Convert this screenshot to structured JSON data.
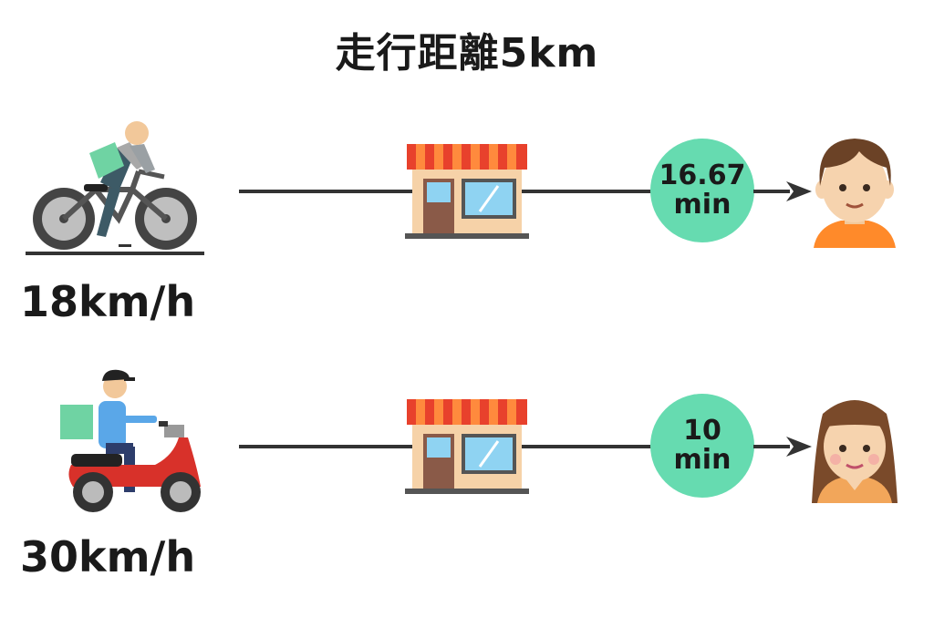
{
  "title": "走行距離5km",
  "rows": [
    {
      "vehicle_icon": "bicycle-courier-icon",
      "speed": "18km/h",
      "time_value": "16.67",
      "time_unit": "min",
      "person_icon": "boy-avatar-icon"
    },
    {
      "vehicle_icon": "scooter-courier-icon",
      "speed": "30km/h",
      "time_value": "10",
      "time_unit": "min",
      "person_icon": "girl-avatar-icon"
    }
  ],
  "shop_icon": "storefront-icon",
  "colors": {
    "circle": "#66dbb0",
    "line": "#333333",
    "awning_red": "#e8412c",
    "awning_orange": "#ff8a3d",
    "scooter_red": "#d8312a",
    "bag_green": "#6fd3a3"
  }
}
